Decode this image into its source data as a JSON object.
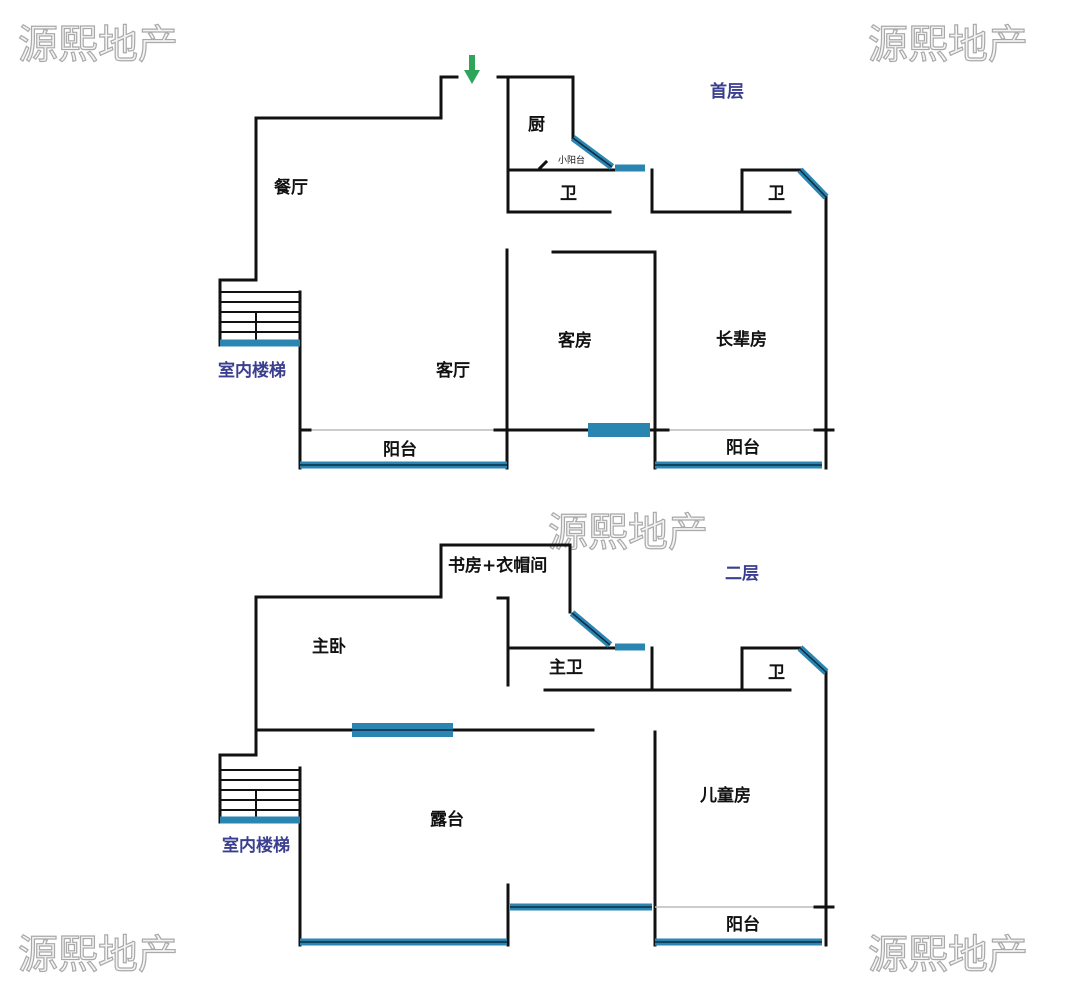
{
  "watermark": "源熙地产",
  "floor1": {
    "title": "首层",
    "rooms": {
      "dining": "餐厅",
      "kitchen": "厨",
      "small_balcony": "小阳台",
      "bath1": "卫",
      "bath2": "卫",
      "stairs": "室内楼梯",
      "living": "客厅",
      "guest": "客房",
      "elder": "长辈房",
      "balcony_left": "阳台",
      "balcony_right": "阳台"
    }
  },
  "floor2": {
    "title": "二层",
    "rooms": {
      "study": "书房+衣帽间",
      "master": "主卧",
      "master_bath": "主卫",
      "bath": "卫",
      "terrace": "露台",
      "stairs": "室内楼梯",
      "kids": "儿童房",
      "balcony": "阳台"
    }
  },
  "colors": {
    "wall": "#111111",
    "window": "#2a86b0",
    "label_accent": "#3b3f8f",
    "entrance_arrow": "#2ea55a"
  }
}
